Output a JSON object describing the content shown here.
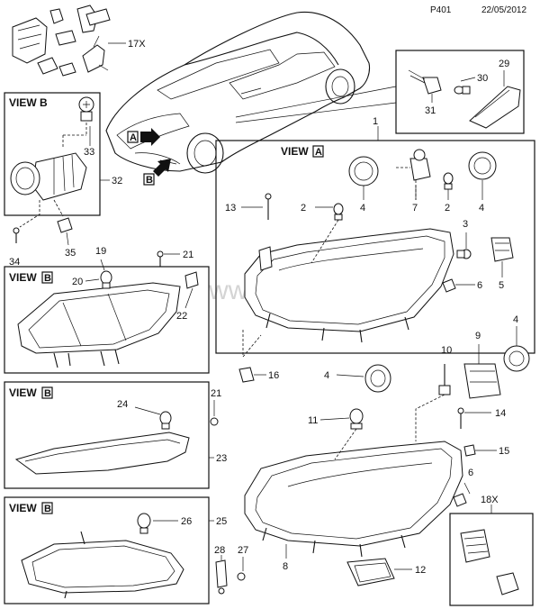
{
  "header": {
    "page_code": "P401",
    "date": "22/05/2012"
  },
  "watermark": "www.gmsklad.ru",
  "views": {
    "view_a": "VIEW",
    "view_a_letter": "A",
    "view_b": "VIEW B",
    "view_b_short": "VIEW",
    "view_b_letter": "B"
  },
  "car_markers": {
    "a": "A",
    "b": "B"
  },
  "callouts": {
    "c1": "1",
    "c2a": "2",
    "c2b": "2",
    "c3": "3",
    "c4a": "4",
    "c4b": "4",
    "c4c": "4",
    "c4d": "4",
    "c5": "5",
    "c6a": "6",
    "c6b": "6",
    "c7": "7",
    "c8": "8",
    "c9": "9",
    "c10": "10",
    "c11": "11",
    "c12": "12",
    "c13": "13",
    "c14": "14",
    "c15": "15",
    "c16": "16",
    "c17": "17X",
    "c18": "18X",
    "c19": "19",
    "c20": "20",
    "c21a": "21",
    "c21b": "21",
    "c22": "22",
    "c23": "23",
    "c24": "24",
    "c25": "25",
    "c26": "26",
    "c27": "27",
    "c28": "28",
    "c29": "29",
    "c30": "30",
    "c31": "31",
    "c32": "32",
    "c33": "33",
    "c34": "34",
    "c35": "35"
  }
}
